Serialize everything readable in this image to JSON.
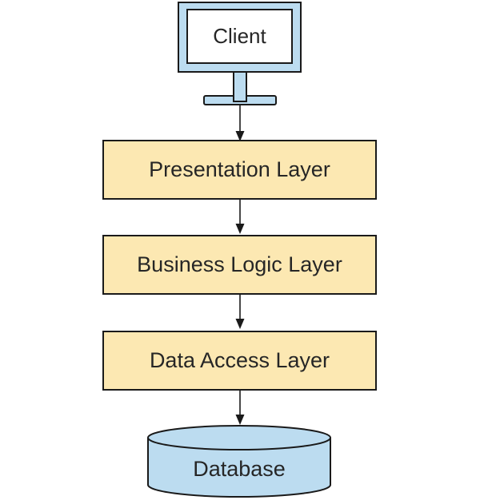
{
  "diagram": {
    "client": {
      "label": "Client"
    },
    "layers": [
      {
        "label": "Presentation Layer"
      },
      {
        "label": "Business Logic Layer"
      },
      {
        "label": "Data Access Layer"
      }
    ],
    "database": {
      "label": "Database"
    },
    "colors": {
      "layer_fill": "#fce8b2",
      "device_fill": "#bcdcf0",
      "stroke": "#1a1a1a",
      "text": "#262626",
      "background": "#ffffff"
    }
  }
}
